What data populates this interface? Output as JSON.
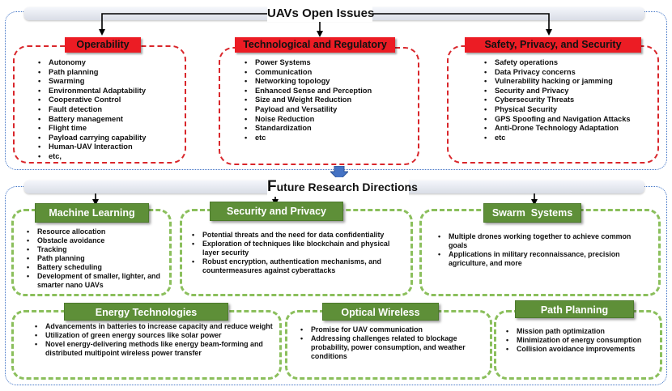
{
  "top": {
    "title": "UAVs Open Issues",
    "groups": [
      {
        "title": "Operability",
        "items": [
          "Autonomy",
          "Path planning",
          "Swarming",
          "Environmental Adaptability",
          "Cooperative Control",
          "Fault detection",
          "Battery management",
          "Flight time",
          "Payload carrying capability",
          "Human-UAV Interaction",
          "etc,"
        ]
      },
      {
        "title": "Technological and Regulatory",
        "items": [
          "Power Systems",
          "Communication",
          "Networking topology",
          "Enhanced Sense and Perception",
          "Size and Weight Reduction",
          "Payload and Versatility",
          "Noise Reduction",
          "Standardization",
          "etc"
        ]
      },
      {
        "title": "Safety, Privacy, and Security",
        "items": [
          "Safety operations",
          "Data Privacy concerns",
          "Vulnerability hacking or jamming",
          "Security and Privacy",
          "Cybersecurity Threats",
          "Physical Security",
          "GPS Spoofing and Navigation Attacks",
          "Anti-Drone Technology Adaptation",
          "etc"
        ]
      }
    ]
  },
  "bottom": {
    "title_first": "F",
    "title_rest": "uture Research Directions",
    "groups": [
      {
        "title": "Machine Learning",
        "items": [
          "Resource allocation",
          "Obstacle avoidance",
          "Tracking",
          "Path planning",
          "Battery scheduling",
          "Development of smaller, lighter, and smarter nano UAVs"
        ]
      },
      {
        "title": "Security and Privacy",
        "items": [
          "Potential threats and the need for data confidentiality",
          "Exploration of techniques like blockchain and physical layer security",
          "Robust encryption, authentication mechanisms, and countermeasures against cyberattacks"
        ]
      },
      {
        "title": "Swarm  Systems",
        "items": [
          "Multiple drones working together to achieve common goals",
          "Applications in military reconnaissance, precision agriculture, and more"
        ]
      },
      {
        "title": "Energy Technologies",
        "items": [
          "Advancements in batteries to increase capacity and reduce weight",
          "Utilization of green energy sources like solar power",
          "Novel energy-delivering methods like energy beam-forming and distributed multipoint wireless power transfer"
        ]
      },
      {
        "title": "Optical Wireless",
        "items": [
          "Promise for UAV communication",
          "Addressing challenges related to blockage probability, power consumption, and weather conditions"
        ]
      },
      {
        "title": "Path Planning",
        "items": [
          "Mission path optimization",
          "Minimization of energy consumption",
          "Collision avoidance improvements"
        ]
      }
    ]
  },
  "colors": {
    "red_header": "#ec1c24",
    "green_header": "#5e8f38",
    "green_border": "#8bbf5c",
    "red_border": "#d9262b",
    "frame": "#3a6fc4",
    "arrow": "#4472c4"
  }
}
